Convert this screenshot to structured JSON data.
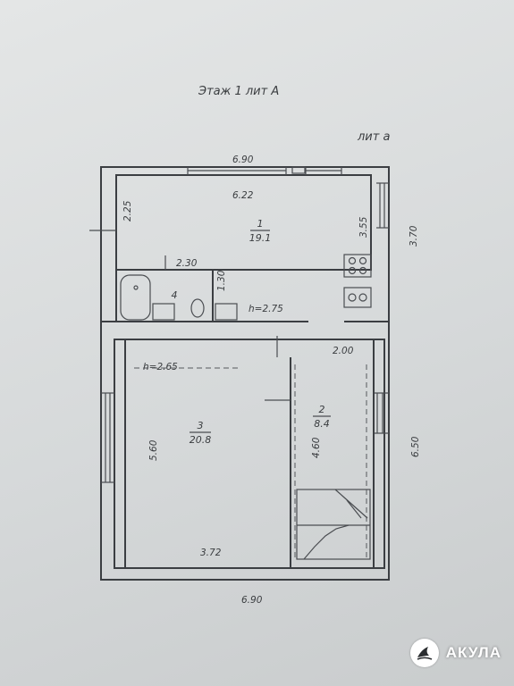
{
  "plan": {
    "title": "Этаж 1 лит А",
    "annex_label": "лит а",
    "dimensions": {
      "top_outer": "6.90",
      "top_inner": "6.22",
      "left_upper": "2.25",
      "right_upper_inner": "3.55",
      "right_upper_outer": "3.70",
      "bath_width": "2.30",
      "bath_height": "1.30",
      "ceiling_upper": "h=2.75",
      "ceiling_lower": "h=2.65",
      "room2_width": "2.00",
      "room3_height": "5.60",
      "room2_height": "4.60",
      "right_lower_outer": "6.50",
      "room3_width": "3.72",
      "bottom_outer": "6.90"
    },
    "rooms": [
      {
        "number": "1",
        "area": "19.1"
      },
      {
        "number": "2",
        "area": "8.4"
      },
      {
        "number": "3",
        "area": "20.8"
      },
      {
        "number": "4",
        "area": ""
      }
    ]
  },
  "brand": {
    "name": "АКУЛА",
    "logo_icon": "shark-logo-icon"
  },
  "colors": {
    "ink": "#3b3e42",
    "paper": "#dcdfdf"
  }
}
